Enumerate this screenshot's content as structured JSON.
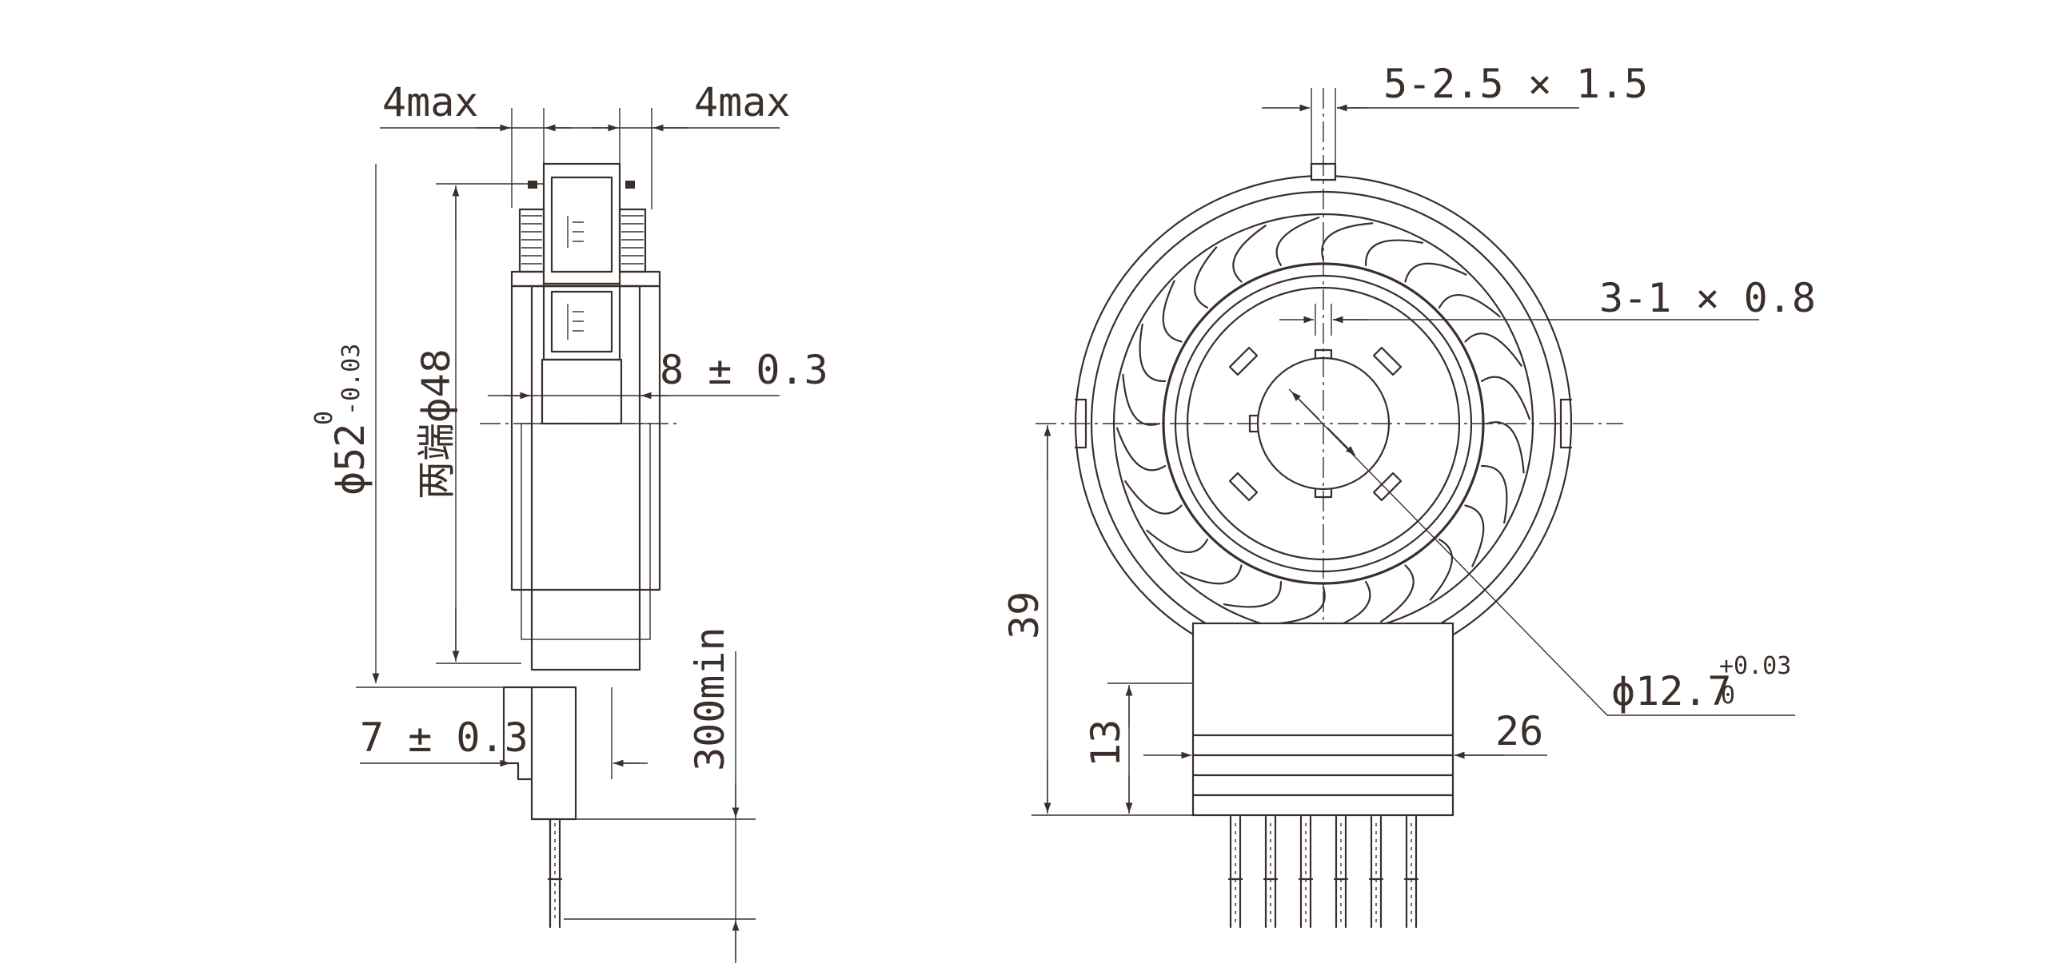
{
  "side_view": {
    "dim_left_top": "4max",
    "dim_right_top": "4max",
    "dim_outer_dia_prefix": "ϕ52",
    "dim_outer_dia_tol_upper": "0",
    "dim_outer_dia_tol_lower": "-0.03",
    "dim_inner_label": "两端ϕ48",
    "dim_width": "8 ± 0.3",
    "dim_base_width": "7 ± 0.3",
    "dim_wire_length": "300min"
  },
  "front_view": {
    "dim_slot_top": "5-2.5 × 1.5",
    "dim_slot_inner": "3-1 × 0.8",
    "dim_bore_prefix": "ϕ12.7",
    "dim_bore_tol_upper": "+0.03",
    "dim_bore_tol_lower": "0",
    "dim_center_height": "39",
    "dim_base_height": "13",
    "dim_base_width": "26"
  },
  "colors": {
    "line": "#3a2f2b",
    "background": "#ffffff"
  }
}
